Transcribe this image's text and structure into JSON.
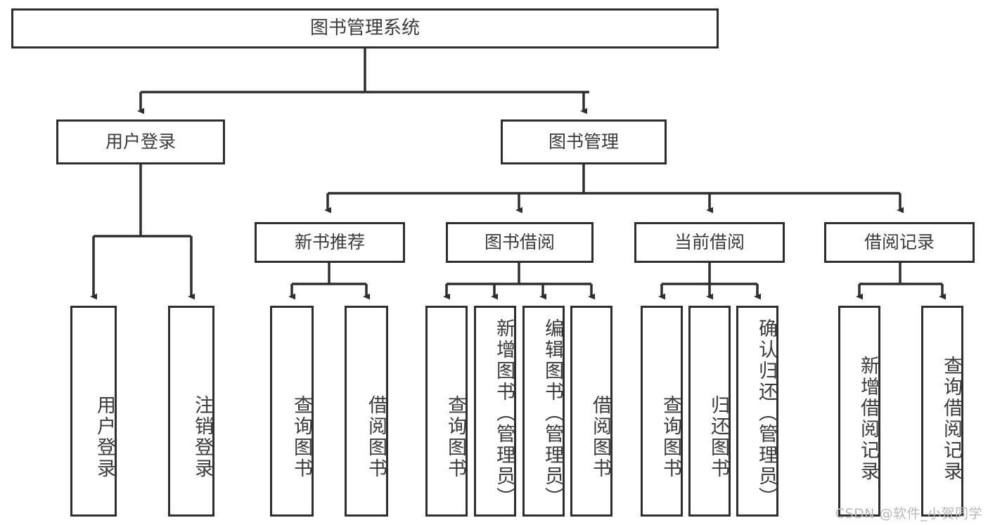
{
  "diagram": {
    "title": "图书管理系统",
    "type": "hierarchy-tree",
    "colors": {
      "box_border": "#2e2e2e",
      "box_fill": "#ffffff",
      "text": "#3b3b3b",
      "connector": "#2e2e2e",
      "watermark": "#b9b9b9"
    },
    "root": {
      "label": "图书管理系统"
    },
    "level2": [
      {
        "id": "user-login",
        "label": "用户登录"
      },
      {
        "id": "book-manage",
        "label": "图书管理"
      }
    ],
    "level3": [
      {
        "id": "new-book-recommend",
        "label": "新书推荐"
      },
      {
        "id": "book-borrow",
        "label": "图书借阅"
      },
      {
        "id": "current-borrow",
        "label": "当前借阅"
      },
      {
        "id": "borrow-record",
        "label": "借阅记录"
      }
    ],
    "leaves": {
      "user_login": [
        {
          "id": "leaf-user-login",
          "label": "用户登录"
        },
        {
          "id": "leaf-logout-login",
          "label": "注销登录"
        }
      ],
      "new_book_recommend": [
        {
          "id": "leaf-query-book-1",
          "label": "查询图书"
        },
        {
          "id": "leaf-borrow-book-1",
          "label": "借阅图书"
        }
      ],
      "book_borrow": [
        {
          "id": "leaf-query-book-2",
          "label": "查询图书"
        },
        {
          "id": "leaf-add-book",
          "label": "新增图书（管理员）"
        },
        {
          "id": "leaf-edit-book",
          "label": "编辑图书（管理员）"
        },
        {
          "id": "leaf-borrow-book-2",
          "label": "借阅图书"
        }
      ],
      "current_borrow": [
        {
          "id": "leaf-query-book-3",
          "label": "查询图书"
        },
        {
          "id": "leaf-return-book",
          "label": "归还图书"
        },
        {
          "id": "leaf-confirm-return",
          "label": "确认归还（管理员）"
        }
      ],
      "borrow_record": [
        {
          "id": "leaf-add-record",
          "label": "新增借阅记录"
        },
        {
          "id": "leaf-query-record",
          "label": "查询借阅记录"
        }
      ]
    },
    "watermark": "CSDN @软件_小贺同学"
  }
}
